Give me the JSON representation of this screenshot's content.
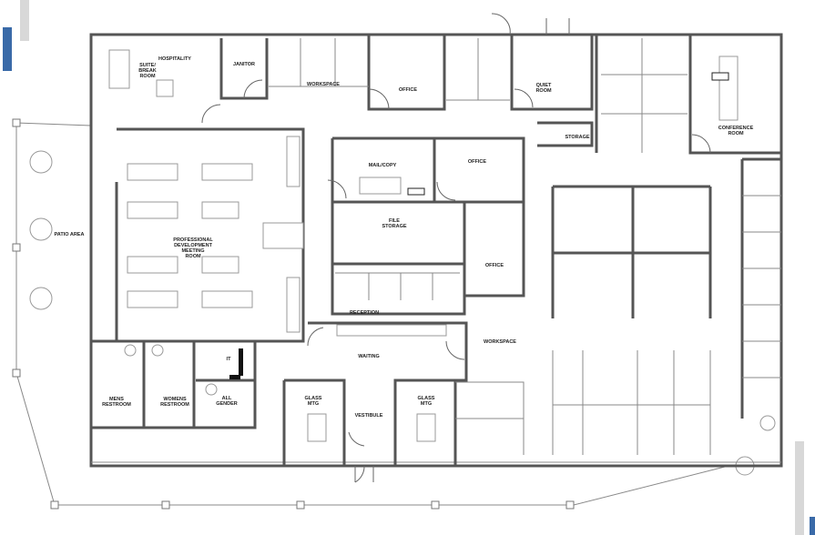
{
  "plan": {
    "rooms": {
      "hospitality": "HOSPITALITY",
      "suite_break_1": "SUITE/",
      "suite_break_2": "BREAK",
      "suite_break_3": "ROOM",
      "janitor": "JANITOR",
      "workspace_top": "WORKSPACE",
      "office_top": "OFFICE",
      "quiet_1": "QUIET",
      "quiet_2": "ROOM",
      "storage": "STORAGE",
      "conference_1": "CONFERENCE",
      "conference_2": "ROOM",
      "patio": "PATIO AREA",
      "prof_1": "PROFESSIONAL",
      "prof_2": "DEVELOPMENT",
      "prof_3": "MEETING",
      "prof_4": "ROOM",
      "mailcopy": "MAIL/COPY",
      "office_mid": "OFFICE",
      "file_1": "FILE",
      "file_2": "STORAGE",
      "office_right": "OFFICE",
      "reception": "RECEPTION",
      "workspace_mid": "WORKSPACE",
      "waiting": "WAITING",
      "it": "IT",
      "mens_1": "MENS",
      "mens_2": "RESTROOM",
      "womens_1": "WOMENS",
      "womens_2": "RESTROOM",
      "allgender_1": "ALL",
      "allgender_2": "GENDER",
      "glass1_1": "GLASS",
      "glass1_2": "MTG",
      "vestibule": "VESTIBULE",
      "glass2_1": "GLASS",
      "glass2_2": "MTG"
    },
    "colors": {
      "accent_bar": "#3a6aa8",
      "side_bar": "#d8d8d8"
    }
  }
}
